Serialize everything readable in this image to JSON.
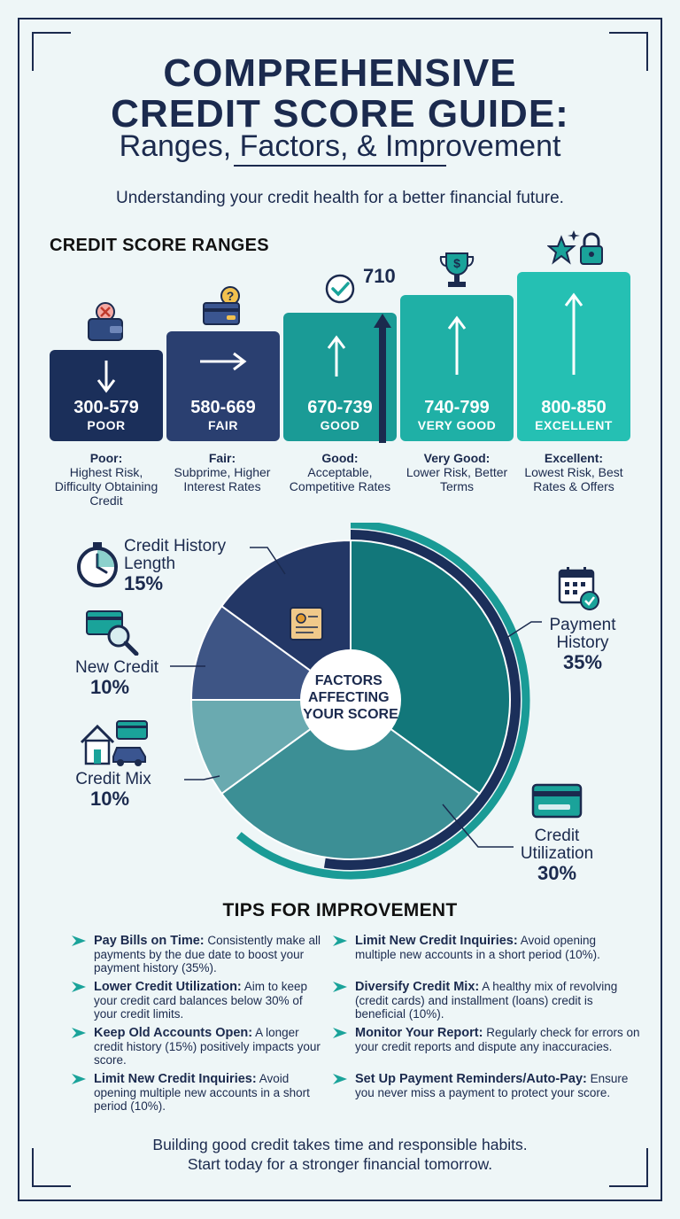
{
  "header": {
    "title_line1": "COMPREHENSIVE",
    "title_line2": "CREDIT SCORE GUIDE:",
    "title_line3": "Ranges, Factors, & Improvement",
    "subtitle": "Understanding your credit health for a better financial future."
  },
  "ranges": {
    "heading": "CREDIT SCORE RANGES",
    "marker_value": "710",
    "bars": [
      {
        "range": "300-579",
        "level": "POOR",
        "desc_title": "Poor:",
        "desc_text": "Highest Risk, Difficulty Obtaining Credit",
        "color": "#1b2f5a"
      },
      {
        "range": "580-669",
        "level": "FAIR",
        "desc_title": "Fair:",
        "desc_text": "Subprime, Higher Interest Rates",
        "color": "#2a3f70"
      },
      {
        "range": "670-739",
        "level": "GOOD",
        "desc_title": "Good:",
        "desc_text": "Acceptable, Competitive Rates",
        "color": "#1a9b96"
      },
      {
        "range": "740-799",
        "level": "VERY GOOD",
        "desc_title": "Very Good:",
        "desc_text": "Lower Risk, Better Terms",
        "color": "#1fb0a6"
      },
      {
        "range": "800-850",
        "level": "EXCELLENT",
        "desc_title": "Excellent:",
        "desc_text": "Lowest Risk, Best Rates & Offers",
        "color": "#25c0b3"
      }
    ]
  },
  "factors": {
    "center_label": [
      "FACTORS",
      "AFFECTING",
      "YOUR SCORE"
    ],
    "items": [
      {
        "label": "Payment History",
        "percent": "35%",
        "value": 35,
        "color": "#12777a"
      },
      {
        "label": "Credit Utilization",
        "percent": "30%",
        "value": 30,
        "color": "#3c8f95"
      },
      {
        "label": "Credit Mix",
        "percent": "10%",
        "value": 10,
        "color": "#6aaab0"
      },
      {
        "label": "New Credit",
        "percent": "10%",
        "value": 10,
        "color": "#3e5585"
      },
      {
        "label": "Credit History Length",
        "percent": "15%",
        "value": 15,
        "color": "#233766"
      }
    ]
  },
  "tips": {
    "heading": "TIPS FOR IMPROVEMENT",
    "items": [
      {
        "title": "Pay Bills on Time:",
        "text": "Consistently make all payments by the due date to boost your payment history (35%)."
      },
      {
        "title": "Lower Credit Utilization:",
        "text": "Aim to keep your credit card balances below 30% of your credit limits."
      },
      {
        "title": "Keep Old Accounts Open:",
        "text": "A longer credit history (15%) positively impacts your score."
      },
      {
        "title": "Limit New Credit Inquiries:",
        "text": "Avoid opening multiple new accounts in a short period (10%)."
      },
      {
        "title": "Limit New Credit Inquiries:",
        "text": "Avoid opening multiple new accounts in a short period (10%)."
      },
      {
        "title": "Diversify Credit Mix:",
        "text": "A healthy mix of revolving (credit cards) and installment (loans) credit is beneficial (10%)."
      },
      {
        "title": "Monitor Your Report:",
        "text": "Regularly check for errors on your credit reports and dispute any inaccuracies."
      },
      {
        "title": "Set Up Payment Reminders/Auto-Pay:",
        "text": "Ensure you never miss a payment to protect your score."
      }
    ]
  },
  "footer": {
    "line1": "Building good credit takes time and responsible habits.",
    "line2": "Start today for a stronger financial tomorrow."
  }
}
